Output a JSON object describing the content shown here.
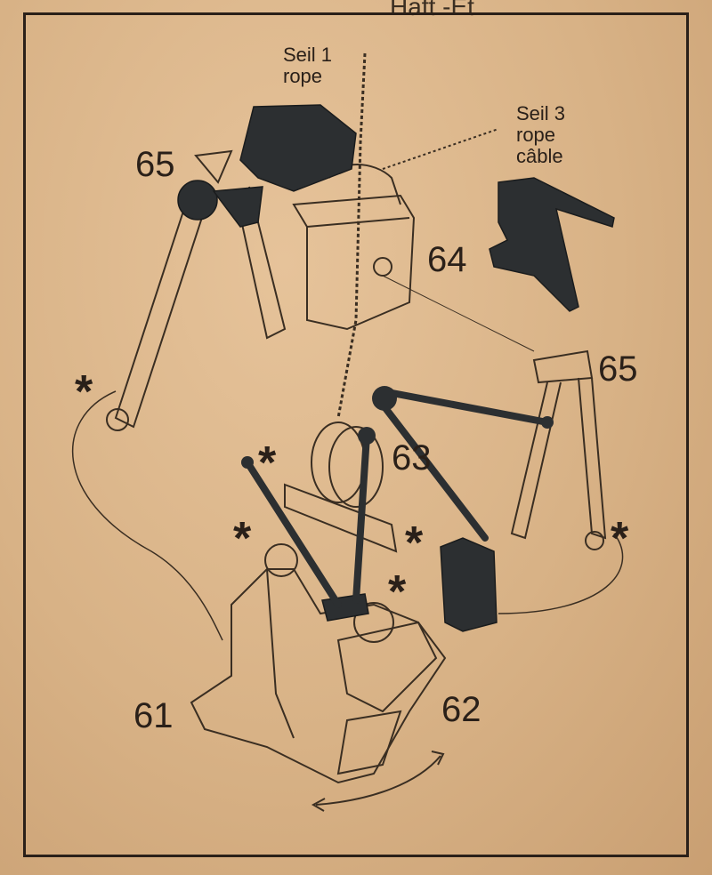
{
  "header": {
    "text": "Haft.-Et."
  },
  "labels": {
    "rope1_line1": "Seil 1",
    "rope1_line2": "rope",
    "rope3_line1": "Seil 3",
    "rope3_line2": "rope",
    "rope3_line3": "câble",
    "part_65_left": "65",
    "part_64": "64",
    "part_65_right": "65",
    "part_63": "63",
    "part_61": "61",
    "part_62": "62",
    "asterisk": "*"
  },
  "colors": {
    "paper": "#d9b48a",
    "ink": "#2a2019",
    "plastic_part": "#2c2f31"
  }
}
